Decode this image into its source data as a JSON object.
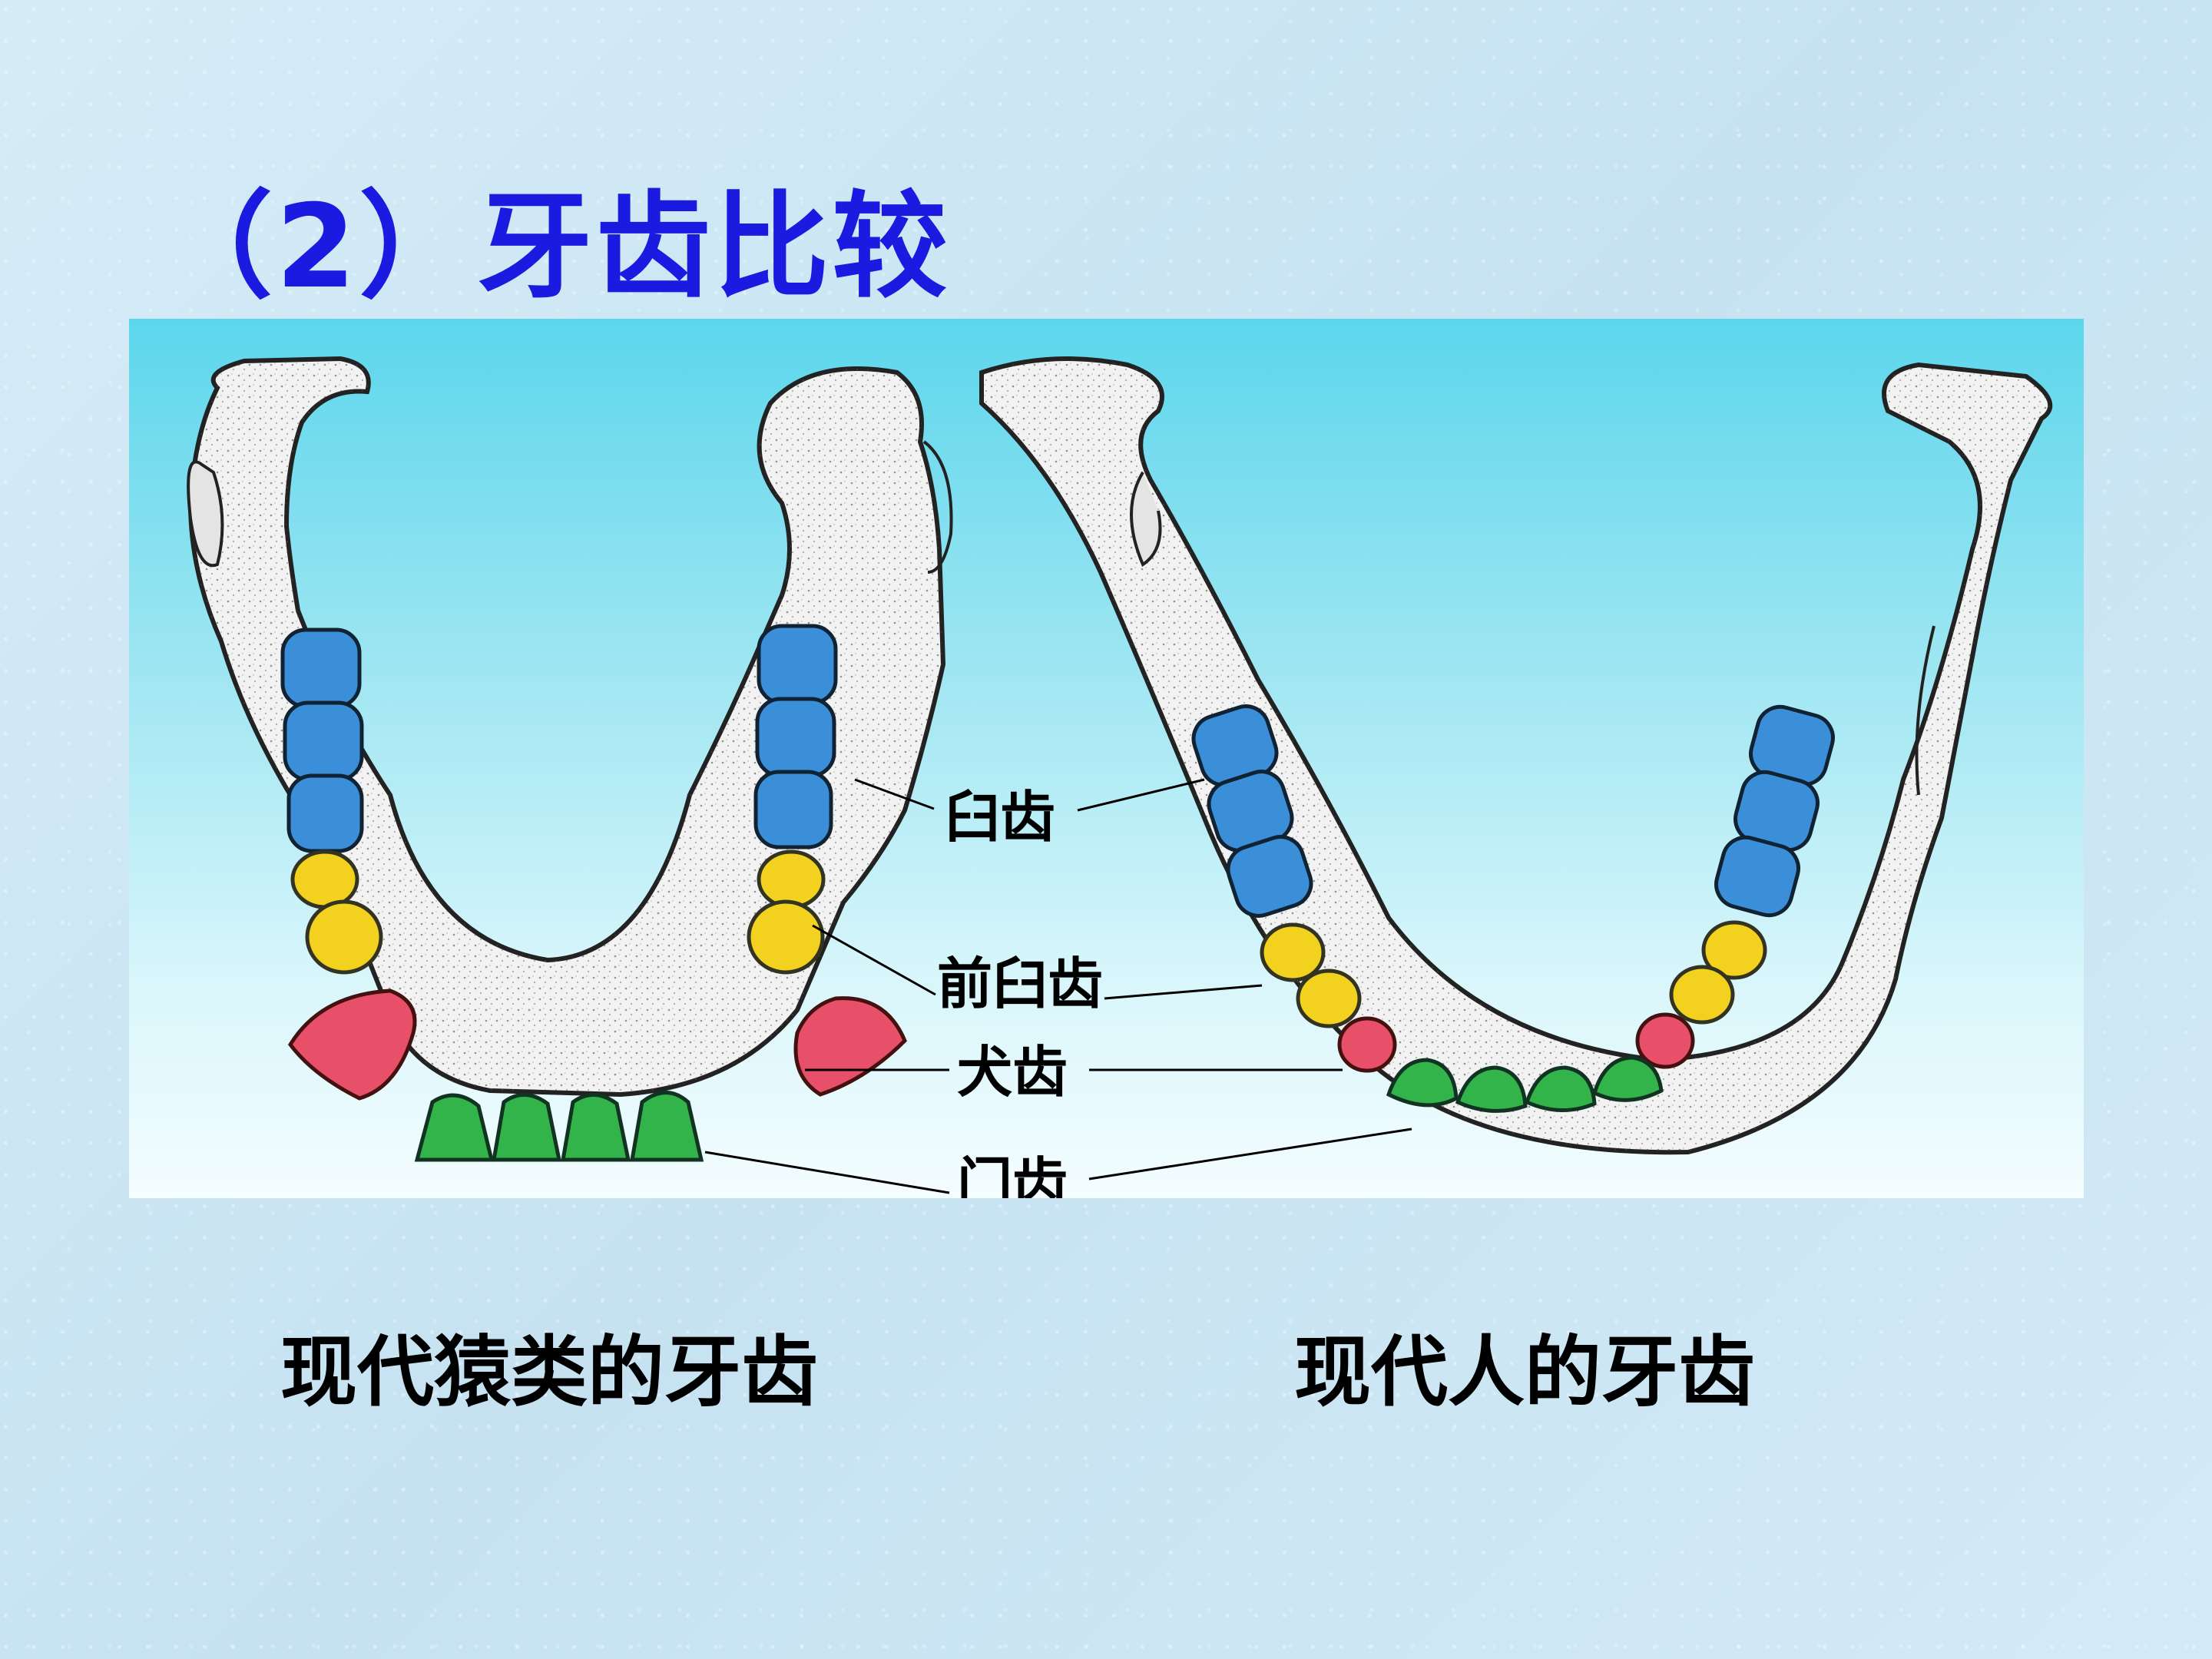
{
  "title": "（2）牙齿比较",
  "labels": {
    "molar": "臼齿",
    "premolar": "前臼齿",
    "canine": "犬齿",
    "incisor": "门齿"
  },
  "captions": {
    "ape": "现代猿类的牙齿",
    "human": "现代人的牙齿"
  },
  "colors": {
    "title": "#1a1ae0",
    "molar": "#3a8fd8",
    "premolar": "#f2d21e",
    "canine": "#e8506a",
    "incisor": "#33b44a",
    "bone": "#f2f2f2"
  }
}
